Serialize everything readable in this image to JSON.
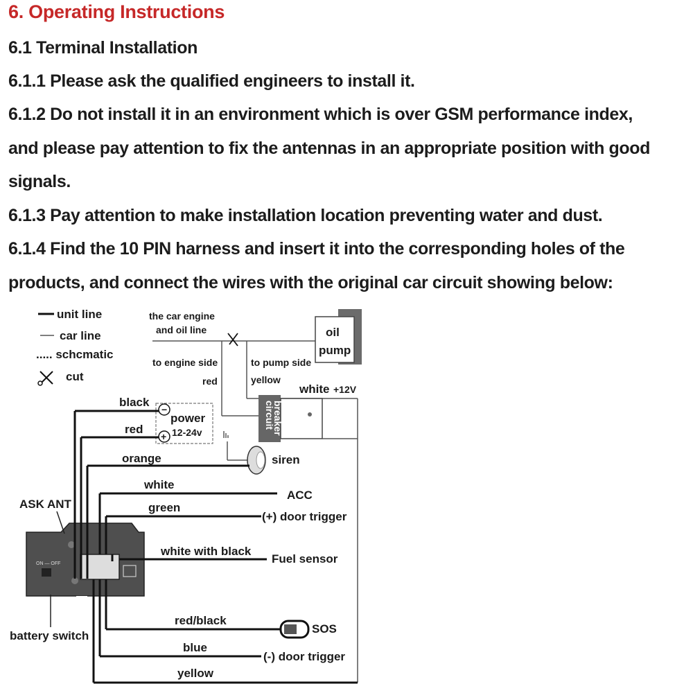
{
  "document": {
    "heading": "6. Operating Instructions",
    "lines": [
      "6.1 Terminal Installation",
      "6.1.1 Please ask the qualified engineers to install it.",
      "6.1.2 Do not install it in an environment which is over GSM performance index,",
      "and please pay attention to fix the antennas in an appropriate position with good",
      "signals.",
      "6.1.3 Pay attention to make installation location preventing water and dust.",
      "6.1.4 Find the 10 PIN harness and insert it into the corresponding holes of the",
      "products, and connect the wires with the original car circuit showing below:"
    ]
  },
  "diagram": {
    "legend": {
      "unit_line": "unit line",
      "car_line": "car line",
      "schematic": "..... schcmatic",
      "cut": "cut"
    },
    "car_engine_line": "the car engine",
    "car_engine_line2": "and oil line",
    "oil_pump": "oil",
    "oil_pump2": "pump",
    "to_engine_side": "to engine side",
    "to_pump_side": "to pump side",
    "red": "red",
    "yellow": "yellow",
    "white_12v": "white",
    "plus_12v": "+12V",
    "circuit_breaker": "circuit",
    "circuit_breaker2": "breaker",
    "power": "power",
    "power_range": "12-24v",
    "minus_sign": "−",
    "plus_sign": "+",
    "siren": "siren",
    "ask_ant": "ASK ANT",
    "battery_switch": "battery switch",
    "on_off": "ON — OFF",
    "wires": {
      "black": "black",
      "red": "red",
      "orange": "orange",
      "white": "white",
      "green": "green",
      "white_with_black": "white with black",
      "red_black": "red/black",
      "blue": "blue",
      "yellow": "yellow"
    },
    "targets": {
      "acc": "ACC",
      "door_trigger_pos": "(+) door trigger",
      "fuel_sensor": "Fuel sensor",
      "sos": "SOS",
      "door_trigger_neg": "(-) door trigger"
    }
  }
}
